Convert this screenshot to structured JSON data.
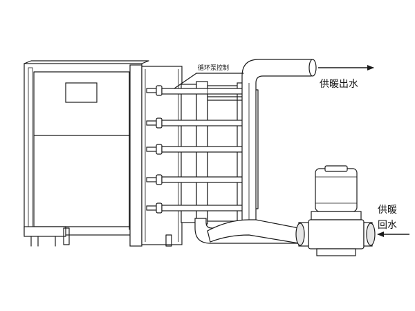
{
  "labels": {
    "pump_control": "循环泵控制",
    "supply_out": "供暖出水",
    "return_line1": "供暖",
    "return_line2": "回水"
  },
  "colors": {
    "line": "#1a1a1a",
    "background": "#ffffff",
    "shade": "#e6e6e6"
  }
}
